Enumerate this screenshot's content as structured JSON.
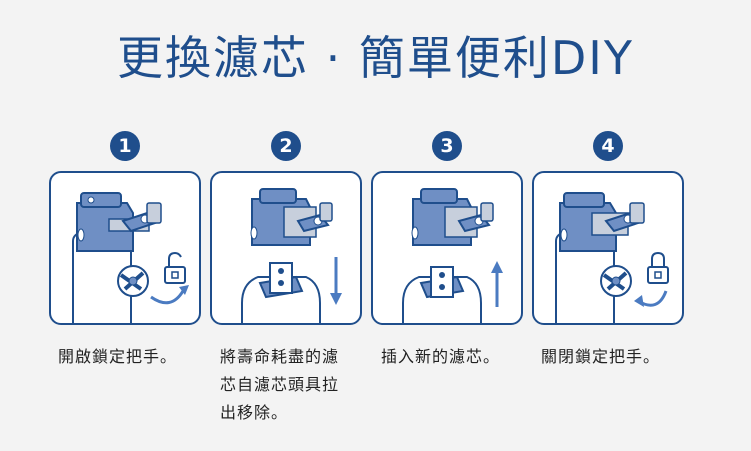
{
  "title": "更換濾芯 · 簡單便利DIY",
  "steps": [
    {
      "number": "1",
      "caption": "開啟鎖定把手。",
      "icon": "unlock-icon",
      "arrow": "clockwise-up"
    },
    {
      "number": "2",
      "caption": [
        "將壽命耗盡的濾",
        "芯自濾芯頭具拉",
        "出移除。"
      ],
      "icon": "down-arrow-icon"
    },
    {
      "number": "3",
      "caption": "插入新的濾芯。",
      "icon": "up-arrow-icon"
    },
    {
      "number": "4",
      "caption": "關閉鎖定把手。",
      "icon": "lock-icon",
      "arrow": "counterclockwise-down"
    }
  ],
  "colors": {
    "accent": "#1f4e8c",
    "head": "#6f8fc4",
    "background": "#f3f3f3"
  }
}
